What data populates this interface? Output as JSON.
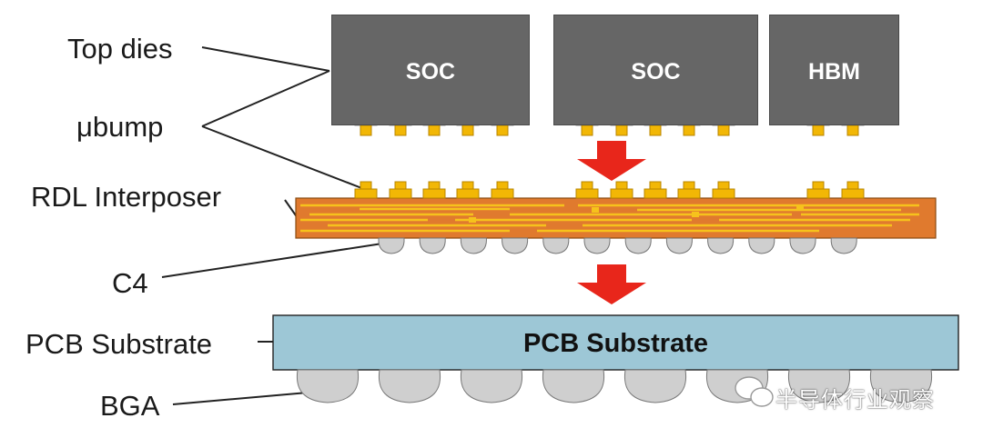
{
  "labels": {
    "top_dies": "Top dies",
    "ubump": "μbump",
    "rdl_interposer": "RDL Interposer",
    "c4": "C4",
    "pcb_substrate": "PCB Substrate",
    "bga": "BGA"
  },
  "dies": [
    {
      "name": "SOC"
    },
    {
      "name": "SOC"
    },
    {
      "name": "HBM"
    }
  ],
  "pcb_title": "PCB Substrate",
  "watermark": "半导体行业观察",
  "colors": {
    "die": "#666666",
    "bump_gold": "#f2b705",
    "bump_pad": "#d6d6d6",
    "interposer": "#e07a2e",
    "trace": "#f6c21c",
    "solder_ball": "#cfcfcf",
    "pcb": "#9dc7d6",
    "arrow": "#e8261b"
  },
  "icons": {
    "arrow": "down-arrow-icon",
    "watermark_logo": "wechat-logo-icon"
  }
}
